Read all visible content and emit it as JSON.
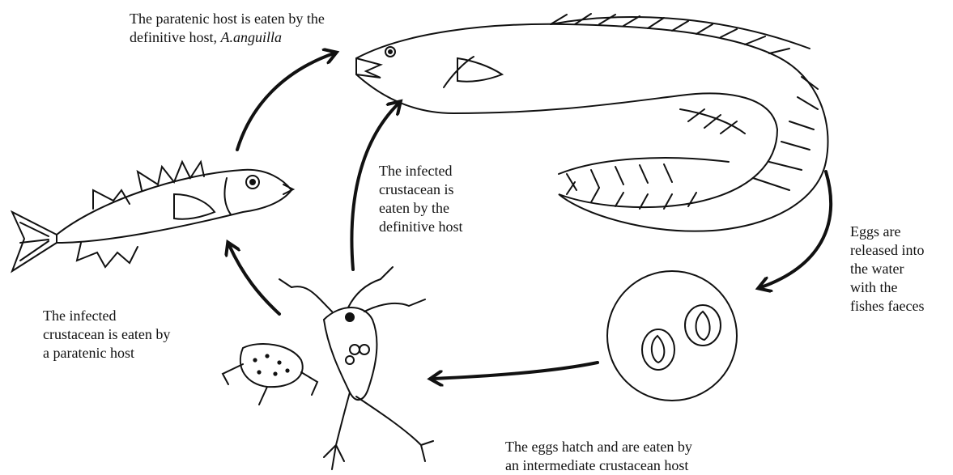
{
  "labels": {
    "paratenic_to_definitive": {
      "line1": "The paratenic host is eaten by the",
      "line2_prefix": "definitive host, ",
      "line2_italic": "A.anguilla"
    },
    "crustacean_to_definitive": [
      "The infected",
      "crustacean is",
      "eaten by the",
      "definitive host"
    ],
    "eggs_released": [
      "Eggs are",
      "released into",
      "the water",
      "with the",
      "fishes faeces"
    ],
    "crustacean_to_paratenic": [
      "The infected",
      "crustacean is eaten by",
      "a paratenic host"
    ],
    "eggs_hatch": [
      "The eggs hatch and are eaten by",
      "an intermediate crustacean host"
    ]
  },
  "colors": {
    "ink": "#111111",
    "paper": "#ffffff"
  }
}
